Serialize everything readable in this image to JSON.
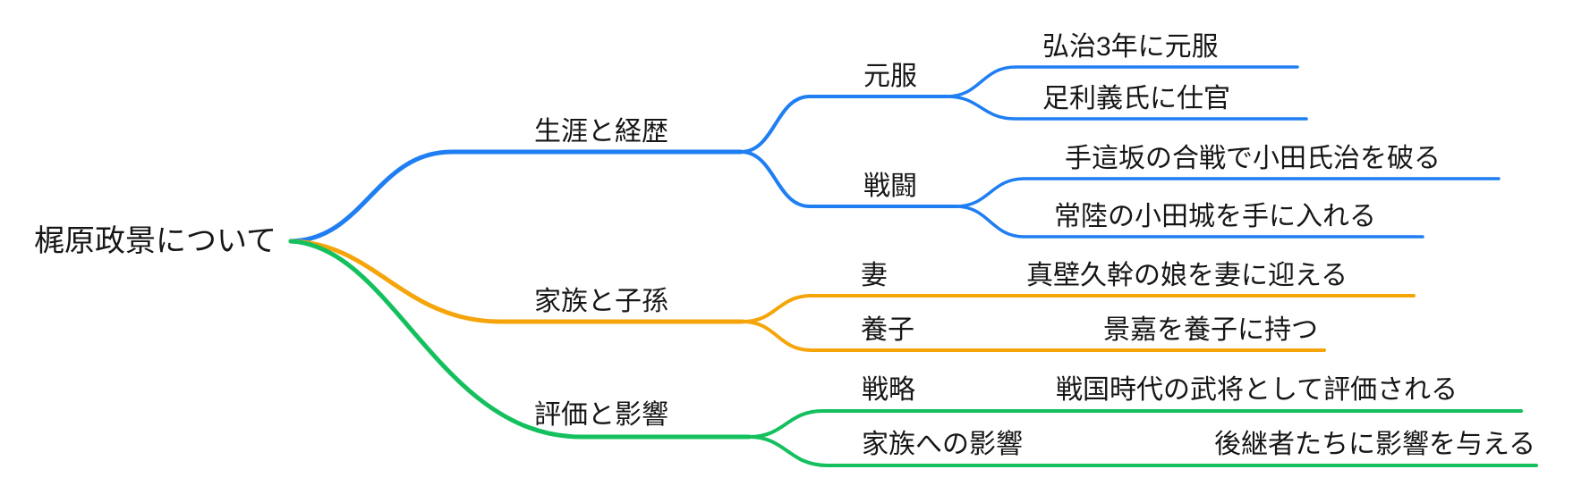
{
  "mindmap": {
    "root": {
      "label": "梶原政景について"
    },
    "branches": [
      {
        "label": "生涯と経歴",
        "color": "#1f7ef2",
        "children": [
          {
            "label": "元服",
            "children": [
              {
                "label": "弘治3年に元服"
              },
              {
                "label": "足利義氏に仕官"
              }
            ]
          },
          {
            "label": "戦闘",
            "children": [
              {
                "label": "手這坂の合戦で小田氏治を破る"
              },
              {
                "label": "常陸の小田城を手に入れる"
              }
            ]
          }
        ]
      },
      {
        "label": "家族と子孫",
        "color": "#f5a50a",
        "children": [
          {
            "label": "妻",
            "children": [
              {
                "label": "真壁久幹の娘を妻に迎える"
              }
            ]
          },
          {
            "label": "養子",
            "children": [
              {
                "label": "景嘉を養子に持つ"
              }
            ]
          }
        ]
      },
      {
        "label": "評価と影響",
        "color": "#14c05e",
        "children": [
          {
            "label": "戦略",
            "children": [
              {
                "label": "戦国時代の武将として評価される"
              }
            ]
          },
          {
            "label": "家族への影響",
            "children": [
              {
                "label": "後継者たちに影響を与える"
              }
            ]
          }
        ]
      }
    ]
  }
}
